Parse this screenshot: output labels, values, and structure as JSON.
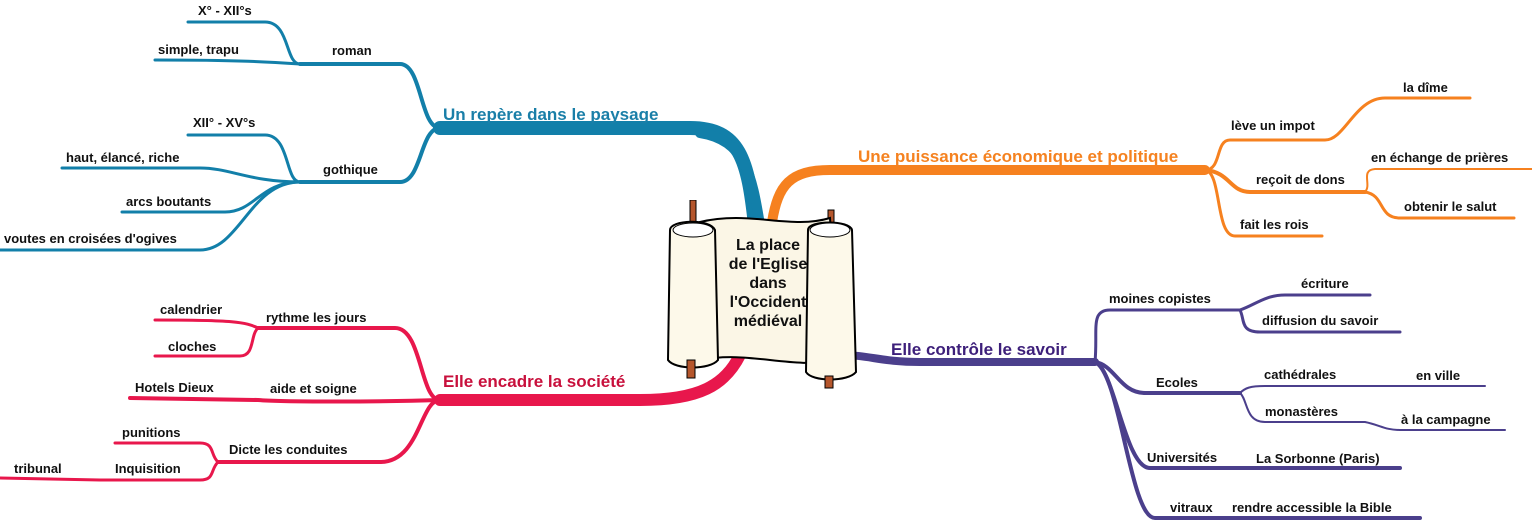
{
  "center": {
    "title_lines": [
      "La place",
      "de l'Eglise",
      "dans",
      "l'Occident",
      "médiéval"
    ]
  },
  "colors": {
    "blue": "#127fa9",
    "orange": "#f6811f",
    "red": "#e8174c",
    "purple": "#4b3f8c"
  },
  "branches": {
    "paysage": {
      "label": "Un repère dans le paysage",
      "roman": {
        "label": "roman",
        "children": [
          "X° - XII°s",
          "simple, trapu"
        ]
      },
      "gothique": {
        "label": "gothique",
        "children": [
          "XII° - XV°s",
          "haut, élancé, riche",
          "arcs boutants",
          "voutes  en croisées d'ogives"
        ]
      }
    },
    "puissance": {
      "label": "Une puissance économique et politique",
      "impot": {
        "label": "lève un  impot",
        "children": [
          "la dîme"
        ]
      },
      "dons": {
        "label": "reçoit de dons",
        "children": [
          "en échange de prières",
          "obtenir le salut"
        ]
      },
      "rois": {
        "label": "fait les rois"
      }
    },
    "savoir": {
      "label": "Elle contrôle le savoir",
      "moines": {
        "label": "moines copistes",
        "children": [
          "écriture",
          "diffusion du savoir"
        ]
      },
      "ecoles": {
        "label": "Ecoles",
        "cathedrales": {
          "label": "cathédrales",
          "child": "en ville"
        },
        "monasteres": {
          "label": "monastères",
          "child": "à la campagne"
        }
      },
      "universites": {
        "label": "Universités",
        "child": "La Sorbonne (Paris)"
      },
      "vitraux": {
        "label": "vitraux",
        "child": "rendre accessible la Bible"
      }
    },
    "societe": {
      "label": "Elle encadre la société",
      "rythme": {
        "label": "rythme les jours",
        "children": [
          "calendrier",
          "cloches"
        ]
      },
      "aide": {
        "label": "aide et soigne",
        "children": [
          "Hotels  Dieux"
        ]
      },
      "dicte": {
        "label": "Dicte les conduites",
        "punitions": "punitions",
        "inquisition": {
          "label": "Inquisition",
          "child": "tribunal"
        }
      }
    }
  }
}
